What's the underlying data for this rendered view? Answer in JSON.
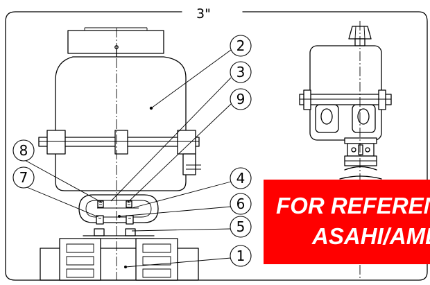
{
  "drawing": {
    "size_label": "3\"",
    "callouts": [
      {
        "id": "2",
        "label": "2"
      },
      {
        "id": "3",
        "label": "3"
      },
      {
        "id": "9",
        "label": "9"
      },
      {
        "id": "8",
        "label": "8"
      },
      {
        "id": "7",
        "label": "7"
      },
      {
        "id": "4",
        "label": "4"
      },
      {
        "id": "6",
        "label": "6"
      },
      {
        "id": "5",
        "label": "5"
      },
      {
        "id": "1",
        "label": "1"
      }
    ]
  },
  "watermark": {
    "line1": "FOR REFERENCE ONLY",
    "line2": "ASAHI/AMERICA",
    "background": "#ff0000",
    "text_color": "#ffffff"
  }
}
